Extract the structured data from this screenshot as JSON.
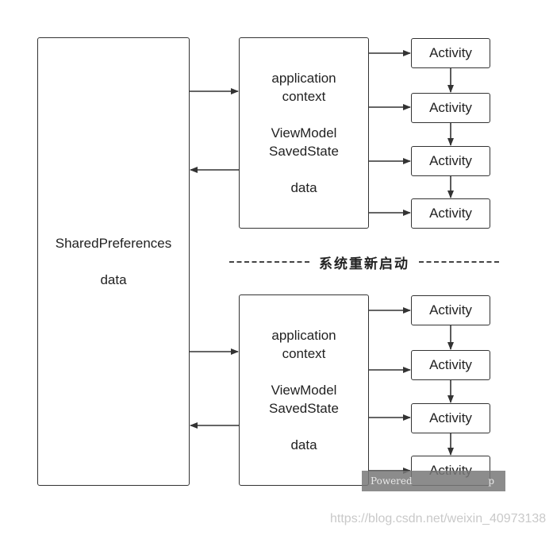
{
  "shared_preferences": {
    "title": "SharedPreferences",
    "subtitle": "data"
  },
  "top_group": {
    "line1": "application",
    "line2": "context",
    "line3": "ViewModel",
    "line4": "SavedState",
    "line5": "data",
    "activities": [
      "Activity",
      "Activity",
      "Activity",
      "Activity"
    ]
  },
  "separator": {
    "label": "系统重新启动"
  },
  "bottom_group": {
    "line1": "application",
    "line2": "context",
    "line3": "ViewModel",
    "line4": "SavedState",
    "line5": "data",
    "activities": [
      "Activity",
      "Activity",
      "Activity",
      "Activity"
    ]
  },
  "overlay": {
    "powered_start": "Powered",
    "powered_end": "p"
  },
  "watermark": "https://blog.csdn.net/weixin_40973138",
  "colors": {
    "stroke": "#333333",
    "text": "#222222",
    "watermark": "#c9c9c9",
    "overlay": "#787878"
  }
}
